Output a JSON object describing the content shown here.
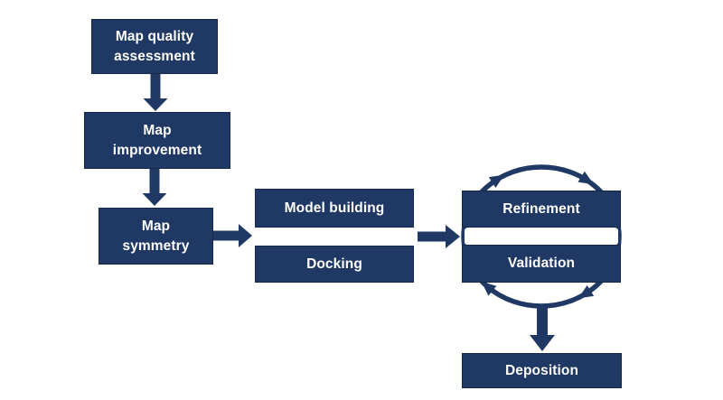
{
  "diagram": {
    "type": "flowchart",
    "colors": {
      "node_fill": "#1f3864",
      "node_border": "#16294a",
      "node_text": "#ffffff",
      "arrow": "#1f3864",
      "background": "#ffffff"
    },
    "nodes": [
      {
        "id": "map-quality-assessment",
        "label": "Map quality\nassessment"
      },
      {
        "id": "map-improvement",
        "label": "Map\nimprovement"
      },
      {
        "id": "map-symmetry",
        "label": "Map\nsymmetry"
      },
      {
        "id": "model-building",
        "label": "Model building"
      },
      {
        "id": "docking",
        "label": "Docking"
      },
      {
        "id": "refinement",
        "label": "Refinement"
      },
      {
        "id": "validation",
        "label": "Validation"
      },
      {
        "id": "deposition",
        "label": "Deposition"
      }
    ],
    "edges": [
      {
        "from": "map-quality-assessment",
        "to": "map-improvement",
        "style": "block-arrow-down"
      },
      {
        "from": "map-improvement",
        "to": "map-symmetry",
        "style": "block-arrow-down"
      },
      {
        "from": "map-symmetry",
        "to": "model-building/docking",
        "style": "block-arrow-right"
      },
      {
        "from": "model-building/docking",
        "to": "refinement/validation",
        "style": "block-arrow-right"
      },
      {
        "from": "refinement/validation",
        "to": "deposition",
        "style": "block-arrow-down"
      }
    ],
    "cycle": {
      "nodes": [
        "refinement",
        "validation"
      ],
      "direction": "clockwise",
      "arrowhead_count": 4
    }
  }
}
